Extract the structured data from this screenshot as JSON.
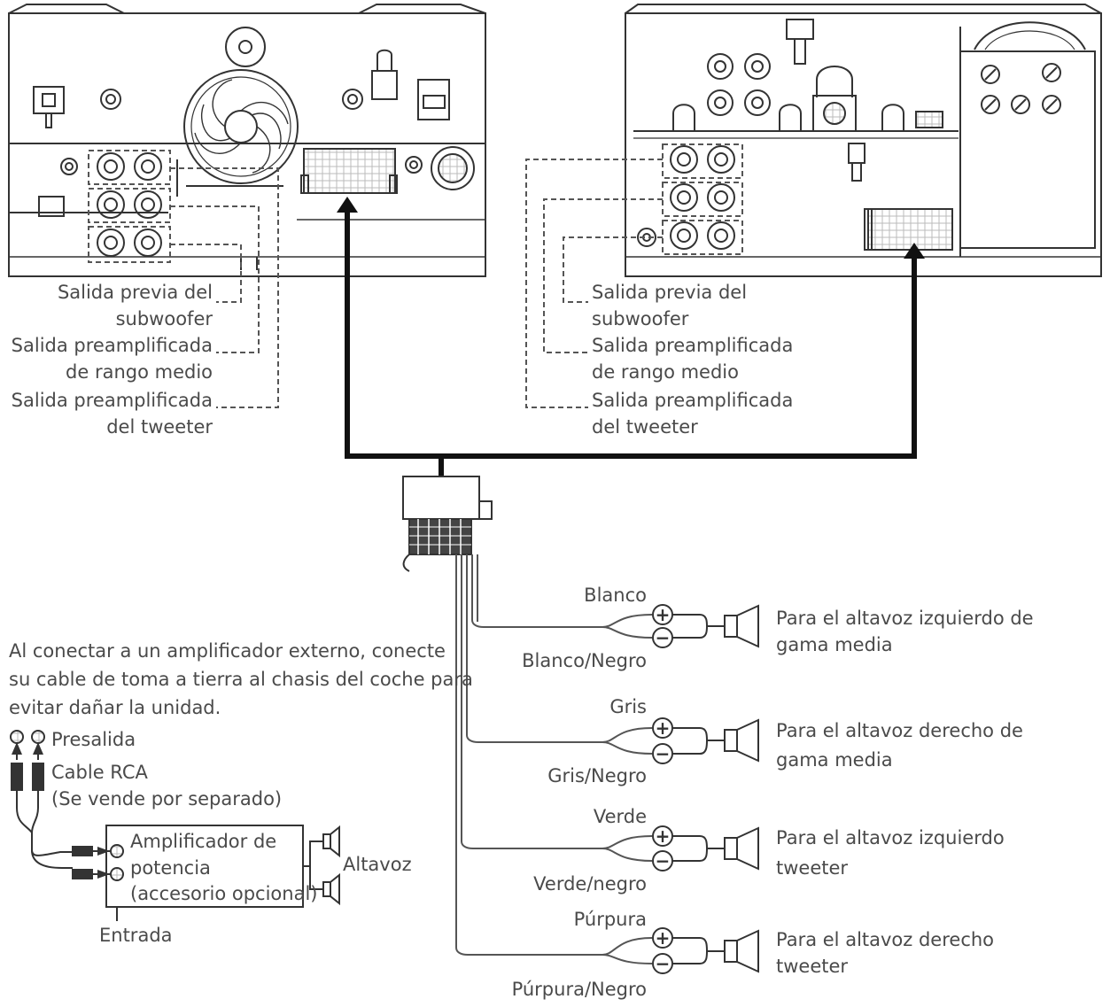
{
  "unit_left": {
    "subwoofer_label": [
      "Salida previa del",
      "subwoofer"
    ],
    "midrange_label": [
      "Salida preamplificada",
      "de rango medio"
    ],
    "tweeter_label": [
      "Salida preamplificada",
      "del tweeter"
    ]
  },
  "unit_right": {
    "subwoofer_label": [
      "Salida previa del",
      "subwoofer"
    ],
    "midrange_label": [
      "Salida preamplificada",
      "de rango medio"
    ],
    "tweeter_label": [
      "Salida preamplificada",
      "del tweeter"
    ]
  },
  "wires": [
    {
      "plus": "Blanco",
      "minus": "Blanco/Negro",
      "dest": [
        "Para el altavoz izquierdo de",
        "gama media"
      ]
    },
    {
      "plus": "Gris",
      "minus": "Gris/Negro",
      "dest": [
        "Para el altavoz derecho de",
        "gama media"
      ]
    },
    {
      "plus": "Verde",
      "minus": "Verde/negro",
      "dest": [
        "Para el altavoz izquierdo",
        "tweeter"
      ]
    },
    {
      "plus": "Púrpura",
      "minus": "Púrpura/Negro",
      "dest": [
        "Para el altavoz derecho",
        "tweeter"
      ]
    }
  ],
  "amp": {
    "note": [
      "Al conectar a un amplificador externo, conecte",
      "su cable de toma a tierra al chasis del coche para",
      "evitar dañar la unidad."
    ],
    "presalida": "Presalida",
    "cable_rca": [
      "Cable RCA",
      "(Se vende por separado)"
    ],
    "amplifier": [
      "Amplificador de",
      "potencia",
      "(accesorio opcional)"
    ],
    "speaker": "Altavoz",
    "input": "Entrada"
  },
  "symbols": {
    "plus": "+",
    "minus": "−"
  }
}
